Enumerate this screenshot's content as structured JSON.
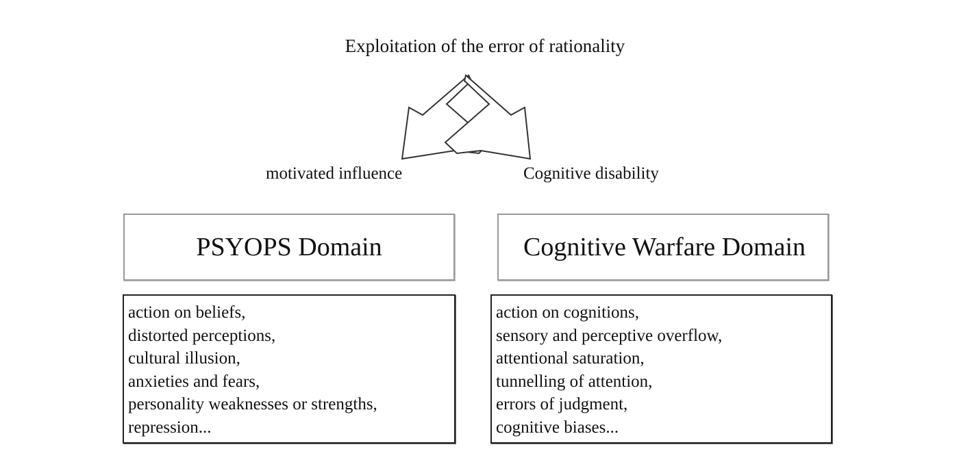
{
  "title": "Exploitation of the error of rationality",
  "branches": {
    "left": "motivated influence",
    "right": "Cognitive disability"
  },
  "domains": {
    "left": {
      "heading": "PSYOPS Domain",
      "items": [
        "action on beliefs,",
        "distorted perceptions,",
        "cultural illusion,",
        "anxieties and fears,",
        "personality weaknesses or strengths,",
        "repression..."
      ]
    },
    "right": {
      "heading": "Cognitive Warfare Domain",
      "items": [
        "action on cognitions,",
        "sensory and perceptive overflow,",
        "attentional saturation,",
        "tunnelling of attention,",
        "errors of judgment,",
        "cognitive biases..."
      ]
    }
  }
}
